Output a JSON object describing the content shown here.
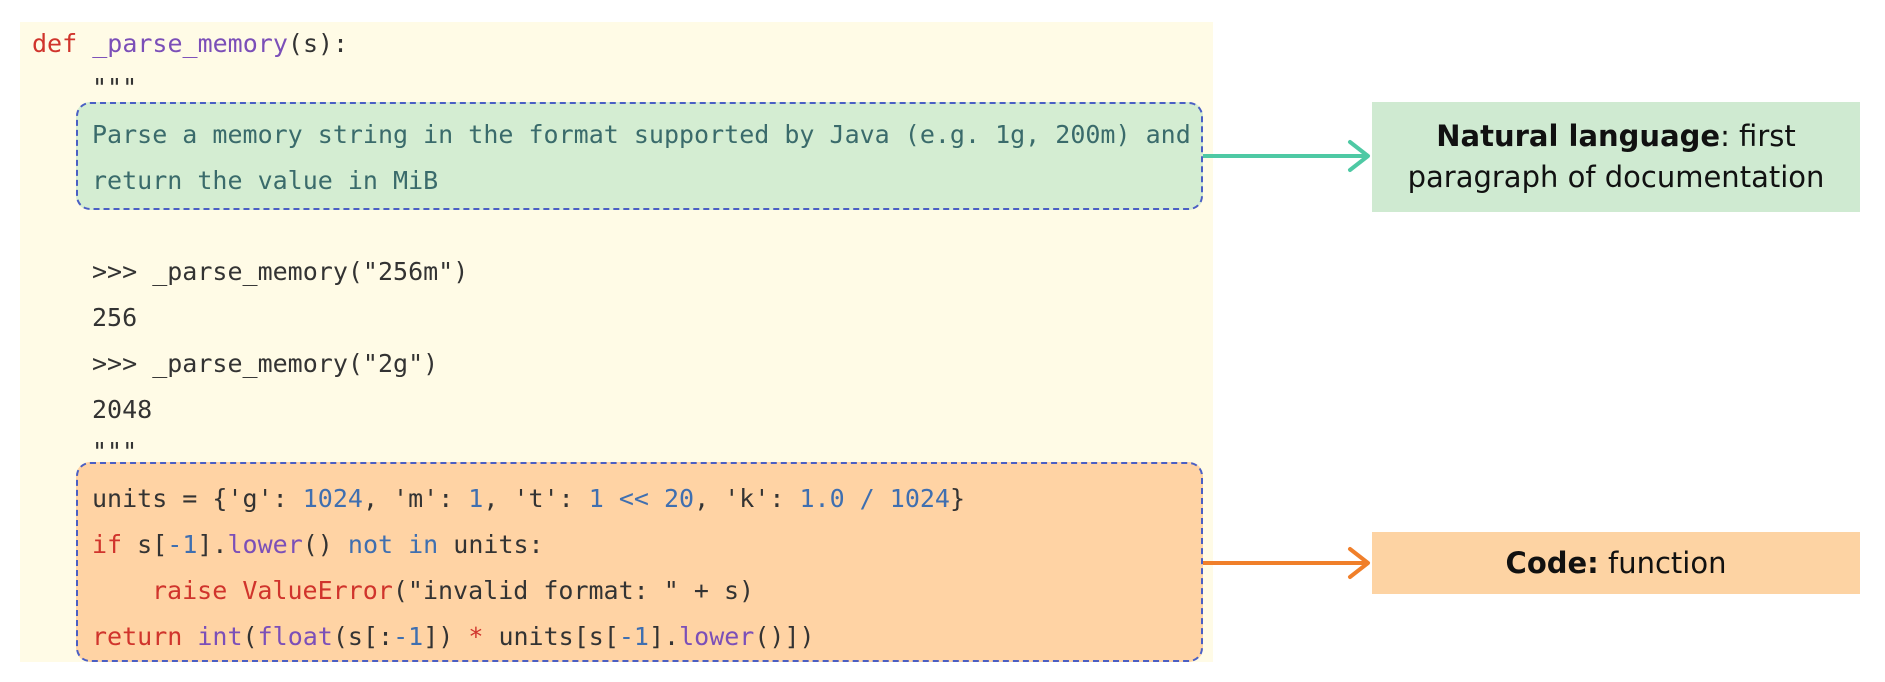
{
  "code": {
    "def_kw": "def",
    "func_name": "_parse_memory",
    "signature_rest": "(s):",
    "doc_open": "\"\"\"",
    "nl_line1": "Parse a memory string in the format supported by Java (e.g. 1g, 200m) and",
    "nl_line2": "return the value in MiB",
    "ex1_prompt": ">>> _parse_memory(\"256m\")",
    "ex1_result": "256",
    "ex2_prompt": ">>> _parse_memory(\"2g\")",
    "ex2_result": "2048",
    "doc_close": "\"\"\"",
    "units_a": "units = {'g': ",
    "units_1024": "1024",
    "units_b": ", 'm': ",
    "units_1": "1",
    "units_c": ", 't': ",
    "units_1b": "1",
    "units_shift": " << ",
    "units_20": "20",
    "units_d": ", 'k': ",
    "units_10": "1.0",
    "units_div": " / ",
    "units_1024b": "1024",
    "units_e": "}",
    "if_kw": "if",
    "if_a": " s[",
    "if_neg1": "-1",
    "if_b": "].",
    "if_lower": "lower",
    "if_c": "() ",
    "if_not": "not",
    "if_sp": " ",
    "if_in": "in",
    "if_d": " units:",
    "raise_kw": "raise",
    "raise_sp": " ",
    "raise_err": "ValueError",
    "raise_rest": "(\"invalid format: \" + s)",
    "ret_kw": "return",
    "ret_sp": " ",
    "ret_int": "int",
    "ret_a": "(",
    "ret_float": "float",
    "ret_b": "(s[:",
    "ret_neg1": "-1",
    "ret_c": "]) ",
    "ret_star": "*",
    "ret_d": " units[s[",
    "ret_neg1b": "-1",
    "ret_e": "].",
    "ret_lower": "lower",
    "ret_f": "()])"
  },
  "labels": {
    "nl_bold": "Natural language",
    "nl_rest_1": ": first",
    "nl_rest_2": "paragraph of documentation",
    "code_bold": "Code:",
    "code_rest": " function"
  },
  "colors": {
    "nl_arrow": "#4ec9a4",
    "code_arrow": "#f07f2a",
    "box_border": "#4a5fc4"
  }
}
